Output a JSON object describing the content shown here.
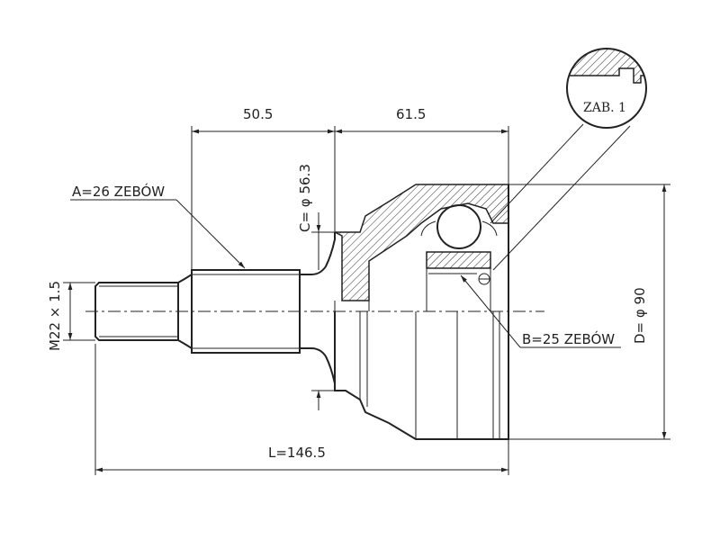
{
  "dimensions": {
    "spline_a": "A=26 ZEBÓW",
    "spline_b": "B=25 ZEBÓW",
    "diameter_c": "C= φ 56.3",
    "diameter_d": "D= φ 90",
    "thread": "M22 × 1.5",
    "length_left": "50.5",
    "length_right": "61.5",
    "length_total": "L=146.5"
  },
  "detail": {
    "label": "ZAB. 1"
  }
}
